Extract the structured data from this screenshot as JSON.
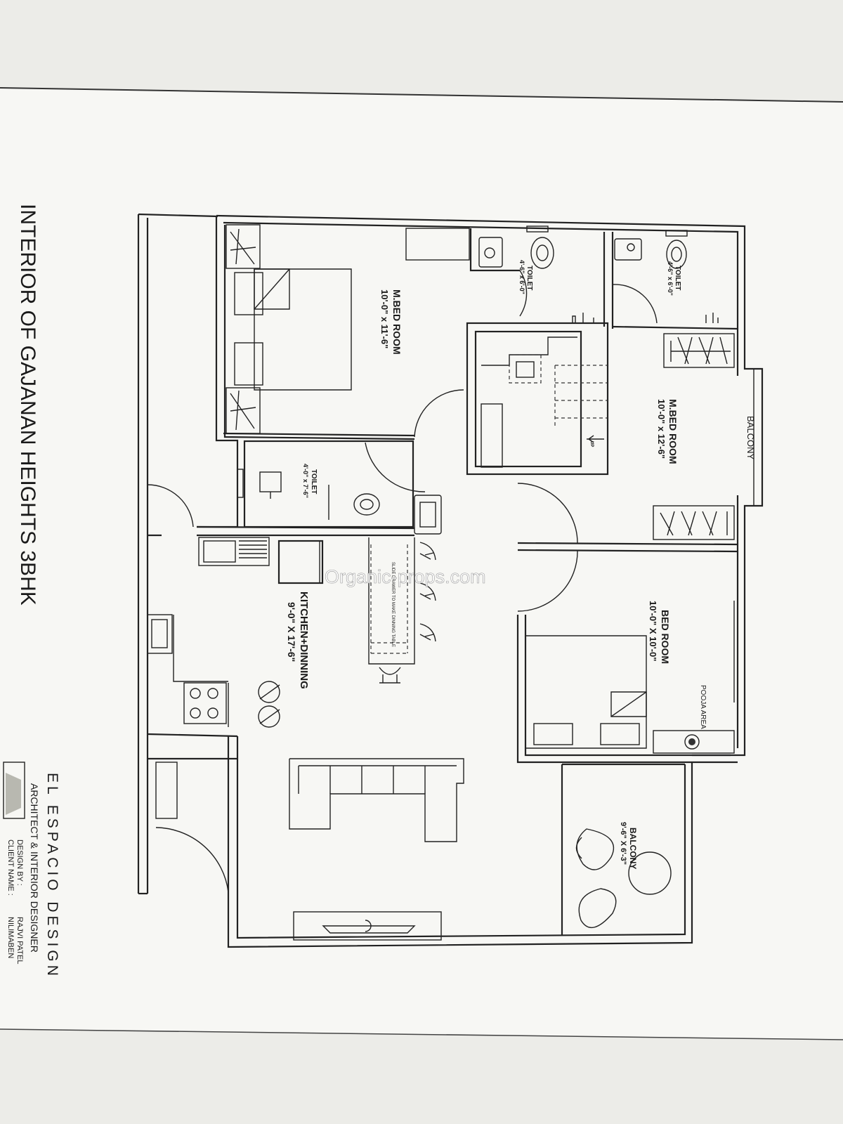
{
  "sheet_title": "INTERIOR OF GAJANAN HEIGHTS 3BHK",
  "firm": {
    "name": "EL ESPACIO DESIGN",
    "tagline": "ARCHITECT & INTERIOR DESIGNER",
    "design_by_label": "DESIGN BY :",
    "design_by": "RAJVI PATEL",
    "client_label": "CLIENT NAME :",
    "client": "NILIMABEN"
  },
  "watermark": "Organic-props.com",
  "rooms": {
    "mbed1": {
      "name": "M.BED ROOM",
      "size": "10'-0\" x 11'-6\""
    },
    "toilet1": {
      "name": "TOILET",
      "size": "4'-6\" x 6'-0\""
    },
    "toilet2": {
      "name": "TOILET",
      "size": "4'-6\" x 6'-0\""
    },
    "mbed2": {
      "name": "M.BED ROOM",
      "size": "10'-0\" x 12'-6\""
    },
    "balcony1": {
      "name": "BALCONY"
    },
    "toilet3": {
      "name": "TOILET",
      "size": "4'-0\" x 7'-6\""
    },
    "kitchen": {
      "name": "KITCHEN+DINNING",
      "size": "9'-0\" X 17'-6\""
    },
    "bed": {
      "name": "BED ROOM",
      "size": "10'-0\" X 10'-0\""
    },
    "pooja": {
      "name": "POOJA AREA"
    },
    "balcony2": {
      "name": "BALCONY",
      "size": "9'-6\" X 6'-3\""
    }
  },
  "stair_label": "UP",
  "dining_note": "SLIDE DRAWER TO MAKE DINNING TABLE"
}
